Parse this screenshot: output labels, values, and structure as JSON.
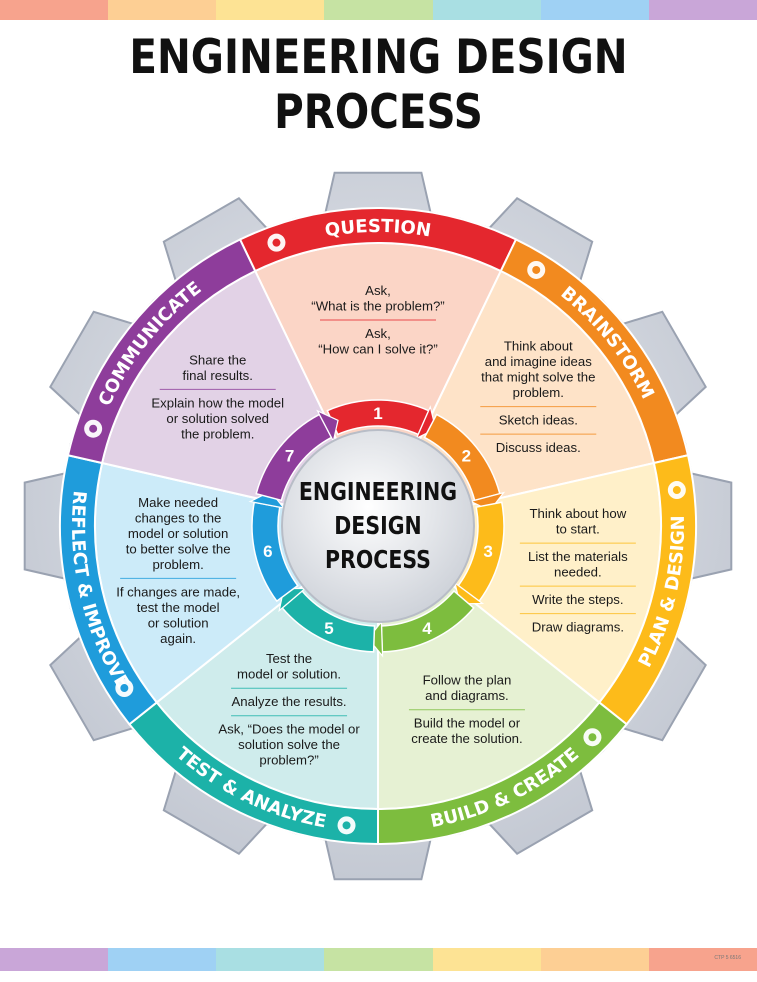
{
  "title": "ENGINEERING DESIGN PROCESS",
  "center_label": [
    "ENGINEERING",
    "DESIGN",
    "PROCESS"
  ],
  "credit": "CTP 5 6516",
  "top_strip_colors": [
    "#f7a38d",
    "#fdcf94",
    "#fde394",
    "#c6e3a3",
    "#a9dfe3",
    "#9fd1f4",
    "#c9a6d8"
  ],
  "bottom_strip_colors": [
    "#c9a6d8",
    "#9fd1f4",
    "#a9dfe3",
    "#c6e3a3",
    "#fde394",
    "#fdcf94",
    "#f7a38d"
  ],
  "stages": [
    {
      "key": "question",
      "label": "QUESTION",
      "icon": "speech-bubble-question-icon",
      "color": "#e4272e",
      "fill": "#fbd5c6",
      "items": [
        [
          "Ask,",
          "“What is the problem?”"
        ],
        [
          "Ask,",
          "“How can I solve it?”"
        ]
      ]
    },
    {
      "key": "brainstorm",
      "label": "BRAINSTORM",
      "icon": "lightbulb-icon",
      "color": "#f28a1f",
      "fill": "#fee3c8",
      "items": [
        [
          "Think about",
          "and imagine ideas",
          "that might solve the",
          "problem."
        ],
        [
          "Sketch ideas."
        ],
        [
          "Discuss ideas."
        ]
      ]
    },
    {
      "key": "plan-design",
      "label": "PLAN & DESIGN",
      "icon": "pencil-icon",
      "color": "#fdbb1a",
      "fill": "#fff0c9",
      "items": [
        [
          "Think about how",
          "to start."
        ],
        [
          "List the materials",
          "needed."
        ],
        [
          "Write the steps."
        ],
        [
          "Draw diagrams."
        ]
      ]
    },
    {
      "key": "build-create",
      "label": "BUILD & CREATE",
      "icon": "puzzle-piece-icon",
      "color": "#7dbd3e",
      "fill": "#e6f1d3",
      "items": [
        [
          "Follow the plan",
          "and diagrams."
        ],
        [
          "Build the model or",
          "create the solution."
        ]
      ]
    },
    {
      "key": "test-analyze",
      "label": "TEST & ANALYZE",
      "icon": "magnifier-check-icon",
      "color": "#1cb2a8",
      "fill": "#cfecec",
      "items": [
        [
          "Test the",
          "model or solution."
        ],
        [
          "Analyze the results."
        ],
        [
          "Ask, “Does the model or",
          "solution solve the",
          "problem?”"
        ]
      ]
    },
    {
      "key": "reflect-improve",
      "label": "REFLECT & IMPROVE",
      "icon": "wrench-icon",
      "color": "#1f9cdb",
      "fill": "#ccebf9",
      "items": [
        [
          "Make needed",
          "changes to the",
          "model or solution",
          "to better solve the",
          "problem."
        ],
        [
          "If changes are made,",
          "test the model",
          "or solution",
          "again."
        ]
      ]
    },
    {
      "key": "communicate",
      "label": "COMMUNICATE",
      "icon": "megaphone-icon",
      "color": "#8e3d9b",
      "fill": "#e2d2e6",
      "items": [
        [
          "Share the",
          "final results."
        ],
        [
          "Explain how the model",
          "or solution solved",
          "the problem."
        ]
      ]
    }
  ],
  "cycle_numbers": [
    "1",
    "2",
    "3",
    "4",
    "5",
    "6",
    "7"
  ]
}
